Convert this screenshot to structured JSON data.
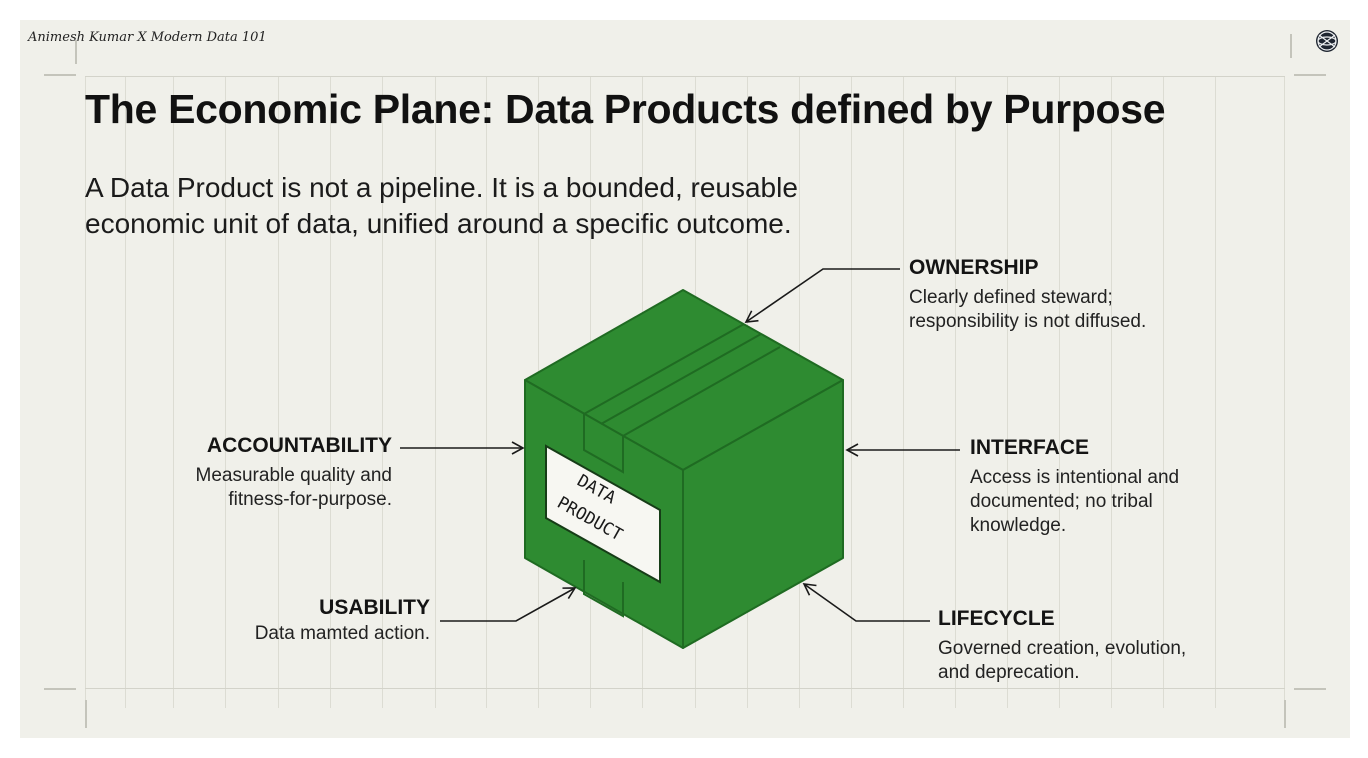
{
  "credit": "Animesh Kumar X Modern Data 101",
  "logo_icon": "globe-network-icon",
  "title": "The Economic Plane: Data Products defined by Purpose",
  "subtitle": {
    "line1": "A Data Product is not a pipeline. It is a bounded, reusable",
    "line2": "economic unit of data, unified around a specific outcome."
  },
  "box": {
    "label_line1": "DATA",
    "label_line2": "PRODUCT",
    "color": "#2e8b31",
    "color_dark": "#1f6b22"
  },
  "callouts": {
    "ownership": {
      "heading": "OWNERSHIP",
      "line1": "Clearly defined steward;",
      "line2": "responsibility is not diffused."
    },
    "accountability": {
      "heading": "ACCOUNTABILITY",
      "line1": "Measurable quality and",
      "line2": "fitness-for-purpose."
    },
    "interface": {
      "heading": "INTERFACE",
      "line1": "Access is intentional and",
      "line2": "documented; no tribal",
      "line3": "knowledge."
    },
    "usability": {
      "heading": "USABILITY",
      "line1": "Data mamted action."
    },
    "lifecycle": {
      "heading": "LIFECYCLE",
      "line1": "Governed creation, evolution,",
      "line2": "and deprecation."
    }
  }
}
